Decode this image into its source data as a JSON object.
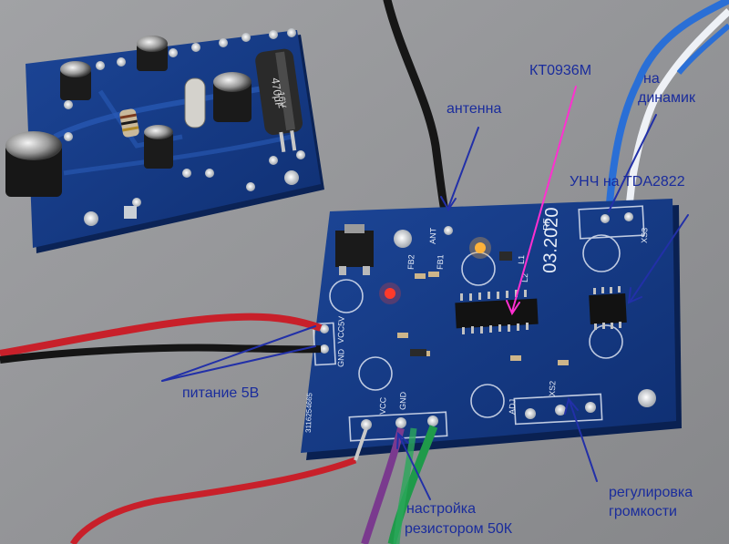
{
  "pcb_silkscreen": {
    "board_id": "03.2020",
    "rf_label": "RF",
    "ant_label": "ANT",
    "fb1_label": "FB1",
    "fb2_label": "FB2",
    "l1_label": "L1",
    "l2_label": "L2",
    "vcc_label": "VCC5V",
    "gnd_label": "GND",
    "gnd2_label": "GND",
    "vcc2_label": "VCC",
    "adj_label": "ADJ",
    "xs3_label": "XS3",
    "xs2_label": "XS2",
    "side_text": "3116254665"
  },
  "capacitor": {
    "value": "470μF",
    "voltage": "16V"
  },
  "annotations": {
    "antenna": "антенна",
    "chip": "КТ0936М",
    "speaker_line1": "на",
    "speaker_line2": "динамик",
    "amplifier": "УНЧ на TDA2822",
    "power": "питание 5В",
    "tuning_line1": "настройка",
    "tuning_line2": "резистором 50К",
    "volume_line1": "регулировка",
    "volume_line2": "громкости"
  },
  "colors": {
    "background": "#8f9093",
    "pcb": "#163a86",
    "pcb_dark": "#0e2a66",
    "annotation_text": "#1a2c9c",
    "annotation_arrow": "#2230a8",
    "chip_arrow": "#ff2fd0"
  }
}
